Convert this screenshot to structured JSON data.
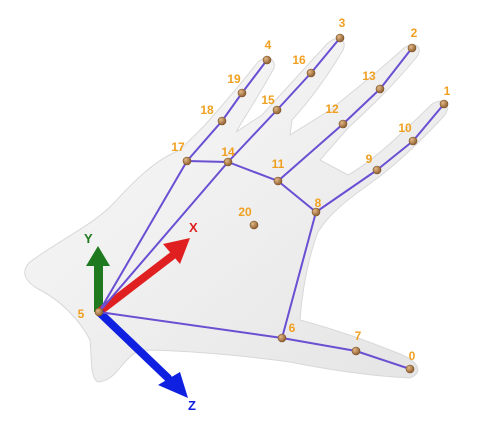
{
  "colors": {
    "skeleton": "#6a4fd3",
    "keypoint_fill": "#b8824a",
    "keypoint_stroke": "#7a5026",
    "keypoint_label": "#f0a020",
    "axis_x": "#e02020",
    "axis_y": "#1f7a1f",
    "axis_z": "#1020e0",
    "hand_fill": "#f2f2f2",
    "hand_shadow": "#dcdcdc"
  },
  "keypoints": [
    {
      "id": "0",
      "label": "0"
    },
    {
      "id": "1",
      "label": "1"
    },
    {
      "id": "2",
      "label": "2"
    },
    {
      "id": "3",
      "label": "3"
    },
    {
      "id": "4",
      "label": "4"
    },
    {
      "id": "5",
      "label": "5"
    },
    {
      "id": "6",
      "label": "6"
    },
    {
      "id": "7",
      "label": "7"
    },
    {
      "id": "8",
      "label": "8"
    },
    {
      "id": "9",
      "label": "9"
    },
    {
      "id": "10",
      "label": "10"
    },
    {
      "id": "11",
      "label": "11"
    },
    {
      "id": "12",
      "label": "12"
    },
    {
      "id": "13",
      "label": "13"
    },
    {
      "id": "14",
      "label": "14"
    },
    {
      "id": "15",
      "label": "15"
    },
    {
      "id": "16",
      "label": "16"
    },
    {
      "id": "17",
      "label": "17"
    },
    {
      "id": "18",
      "label": "18"
    },
    {
      "id": "19",
      "label": "19"
    },
    {
      "id": "20",
      "label": "20"
    }
  ],
  "connections": [
    [
      "5",
      "6"
    ],
    [
      "6",
      "7"
    ],
    [
      "7",
      "0"
    ],
    [
      "5",
      "17"
    ],
    [
      "17",
      "18"
    ],
    [
      "18",
      "19"
    ],
    [
      "19",
      "4"
    ],
    [
      "17",
      "14"
    ],
    [
      "14",
      "15"
    ],
    [
      "15",
      "16"
    ],
    [
      "16",
      "3"
    ],
    [
      "14",
      "11"
    ],
    [
      "11",
      "12"
    ],
    [
      "12",
      "13"
    ],
    [
      "13",
      "2"
    ],
    [
      "11",
      "8"
    ],
    [
      "8",
      "9"
    ],
    [
      "9",
      "10"
    ],
    [
      "10",
      "1"
    ],
    [
      "8",
      "6"
    ],
    [
      "5",
      "14"
    ]
  ],
  "axes": {
    "x": {
      "label": "X"
    },
    "y": {
      "label": "Y"
    },
    "z": {
      "label": "Z"
    }
  }
}
